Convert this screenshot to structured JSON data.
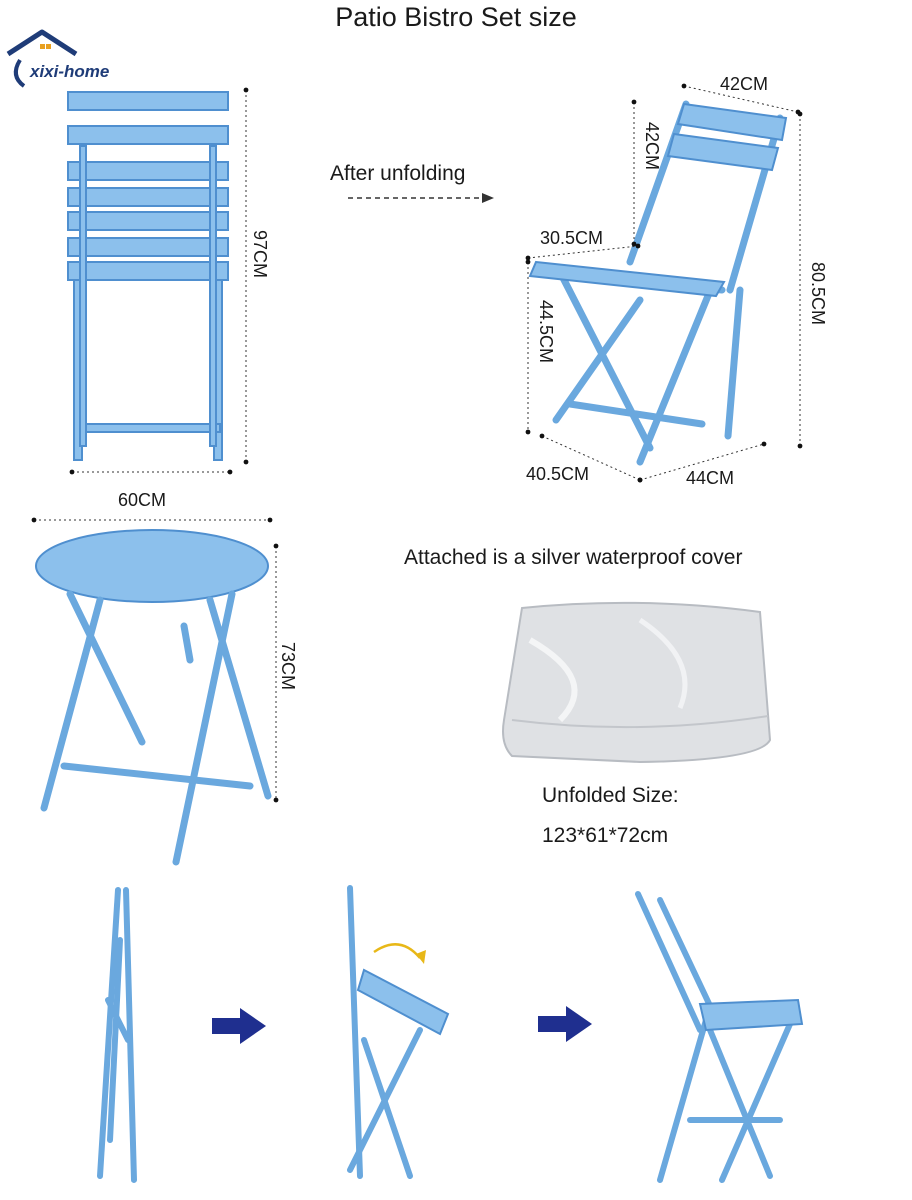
{
  "title": "Patio Bistro Set size",
  "logo": {
    "text": "xixi-home",
    "icon": "house-roof-icon"
  },
  "folded_chair": {
    "height_label": "97CM",
    "width_label": "60CM"
  },
  "unfolding_caption": "After unfolding",
  "unfolded_chair": {
    "back_width": "42CM",
    "back_height": "42CM",
    "seat_depth": "30.5CM",
    "seat_height": "44.5CM",
    "total_height": "80.5CM",
    "base_depth": "40.5CM",
    "base_width": "44CM"
  },
  "table": {
    "height_label": "73CM"
  },
  "cover": {
    "caption": "Attached is a silver waterproof cover",
    "size_title": "Unfolded Size:",
    "size_value": "123*61*72cm"
  },
  "colors": {
    "chair_blue": "#7bb3e3",
    "chair_blue_dark": "#4f8fcf",
    "arrow_navy": "#1f2f8f",
    "curve_arrow": "#e8b818"
  }
}
